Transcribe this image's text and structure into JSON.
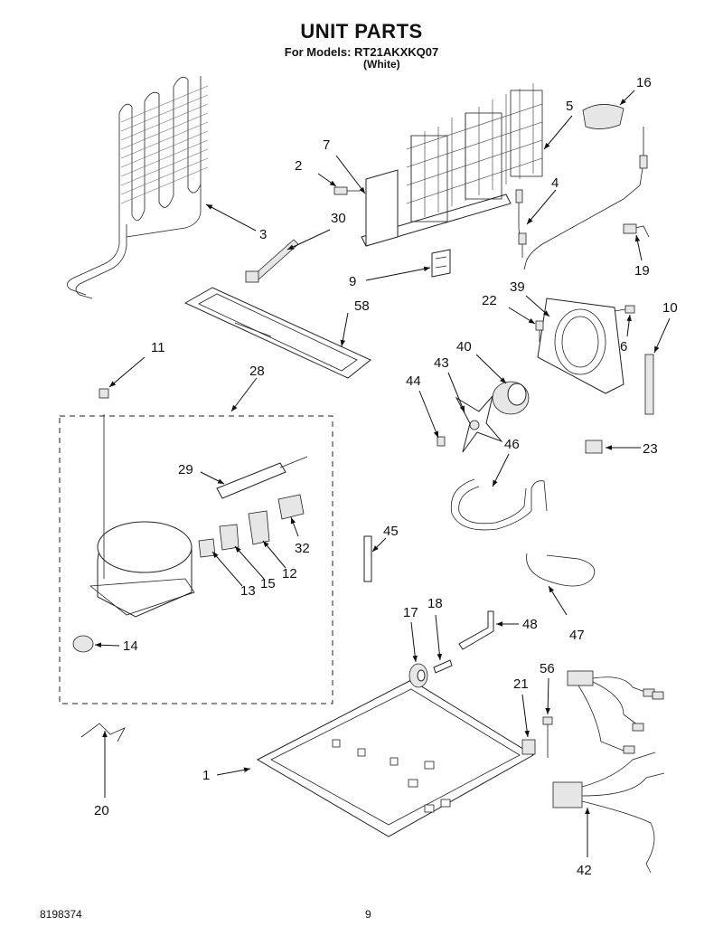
{
  "header": {
    "title": "UNIT PARTS",
    "subtitle": "For Models: RT21AKXKQ07",
    "variant": "(White)"
  },
  "footer": {
    "doc_number": "8198374",
    "page_number": "9"
  },
  "callouts": {
    "c1": "1",
    "c2": "2",
    "c3": "3",
    "c4": "4",
    "c5": "5",
    "c6": "6",
    "c7": "7",
    "c9": "9",
    "c10": "10",
    "c11": "11",
    "c12": "12",
    "c13": "13",
    "c14": "14",
    "c15": "15",
    "c16": "16",
    "c17": "17",
    "c18": "18",
    "c19": "19",
    "c20": "20",
    "c21": "21",
    "c22": "22",
    "c23": "23",
    "c28": "28",
    "c29": "29",
    "c30": "30",
    "c32": "32",
    "c39": "39",
    "c40": "40",
    "c42": "42",
    "c43": "43",
    "c44": "44",
    "c45": "45",
    "c46": "46",
    "c47": "47",
    "c48": "48",
    "c56": "56",
    "c58": "58"
  }
}
